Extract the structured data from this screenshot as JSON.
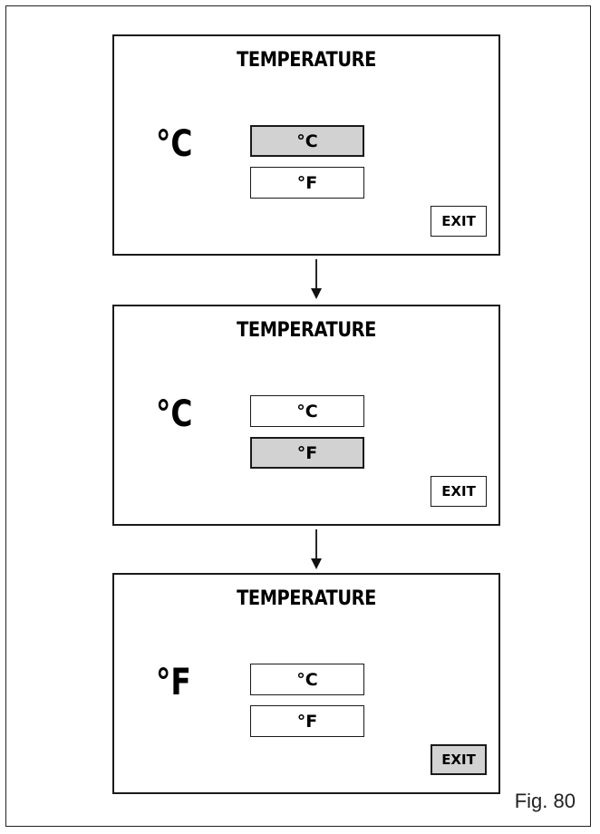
{
  "screens": [
    {
      "title": "TEMPERATURE",
      "current_unit": "°C",
      "options": [
        {
          "label": "°C",
          "selected": true
        },
        {
          "label": "°F",
          "selected": false
        }
      ],
      "exit_label": "EXIT",
      "exit_selected": false
    },
    {
      "title": "TEMPERATURE",
      "current_unit": "°C",
      "options": [
        {
          "label": "°C",
          "selected": false
        },
        {
          "label": "°F",
          "selected": true
        }
      ],
      "exit_label": "EXIT",
      "exit_selected": false
    },
    {
      "title": "TEMPERATURE",
      "current_unit": "°F",
      "options": [
        {
          "label": "°C",
          "selected": false
        },
        {
          "label": "°F",
          "selected": false
        }
      ],
      "exit_label": "EXIT",
      "exit_selected": true
    }
  ],
  "caption": "Fig. 80",
  "colors": {
    "highlight": "#d2d2d2",
    "border": "#1a1a1a",
    "text": "#000000"
  },
  "icons": [
    "down-arrow-icon",
    "down-arrow-icon"
  ]
}
